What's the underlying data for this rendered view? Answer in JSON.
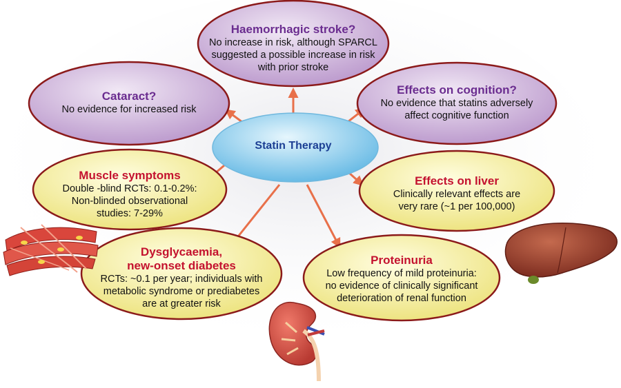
{
  "center": {
    "label": "Statin Therapy"
  },
  "nodes": {
    "haemorrhagic": {
      "title": "Haemorrhagic stroke?",
      "lines": [
        "No increase in risk, although SPARCL",
        "suggested a possible increase in risk",
        "with prior stroke"
      ]
    },
    "cataract": {
      "title": "Cataract?",
      "lines": [
        "No evidence for increased risk"
      ]
    },
    "cognition": {
      "title": "Effects on cognition?",
      "lines": [
        "No evidence that statins adversely",
        "affect cognitive function"
      ]
    },
    "muscle": {
      "title": "Muscle symptoms",
      "lines": [
        "Double -blind RCTs: 0.1-0.2%:",
        "Non-blinded observational",
        "studies: 7-29%"
      ]
    },
    "liver": {
      "title": "Effects on liver",
      "lines": [
        "Clinically relevant effects are",
        "very rare (~1 per 100,000)"
      ]
    },
    "diabetes": {
      "title": "Dysglycaemia,",
      "title2": "new-onset diabetes",
      "lines": [
        "RCTs: ~0.1 per year; individuals with",
        "metabolic syndrome or prediabetes",
        "are at greater risk"
      ]
    },
    "proteinuria": {
      "title": "Proteinuria",
      "lines": [
        "Low frequency of mild proteinuria:",
        "no evidence of clinically significant",
        "deterioration of renal function"
      ]
    }
  },
  "colors": {
    "purple_fill": "#c9aed6",
    "yellow_fill": "#f6f0a0",
    "blue_fill": "#8fcbea",
    "border": "#8b1a1a",
    "arrow": "#e8704a",
    "purple_title": "#6a2c8f",
    "red_title": "#c4122f",
    "center_text": "#1c3f94"
  },
  "illustrations": [
    "muscle-fibre-icon",
    "kidney-icon",
    "liver-icon"
  ]
}
